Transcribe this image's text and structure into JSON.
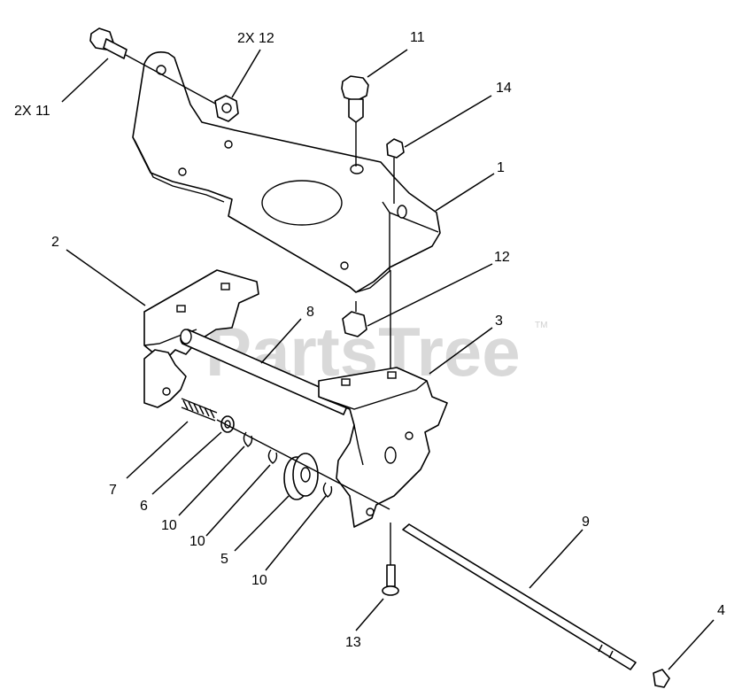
{
  "watermark": {
    "text": "PartsTree",
    "trademark": "TM"
  },
  "callouts": [
    {
      "id": "c-2x11",
      "label": "2X 11"
    },
    {
      "id": "c-2x12",
      "label": "2X 12"
    },
    {
      "id": "c-11",
      "label": "11"
    },
    {
      "id": "c-14",
      "label": "14"
    },
    {
      "id": "c-1",
      "label": "1"
    },
    {
      "id": "c-2",
      "label": "2"
    },
    {
      "id": "c-12",
      "label": "12"
    },
    {
      "id": "c-8",
      "label": "8"
    },
    {
      "id": "c-3",
      "label": "3"
    },
    {
      "id": "c-7",
      "label": "7"
    },
    {
      "id": "c-6",
      "label": "6"
    },
    {
      "id": "c-10a",
      "label": "10"
    },
    {
      "id": "c-10b",
      "label": "10"
    },
    {
      "id": "c-5",
      "label": "5"
    },
    {
      "id": "c-10c",
      "label": "10"
    },
    {
      "id": "c-9",
      "label": "9"
    },
    {
      "id": "c-13",
      "label": "13"
    },
    {
      "id": "c-4",
      "label": "4"
    }
  ]
}
